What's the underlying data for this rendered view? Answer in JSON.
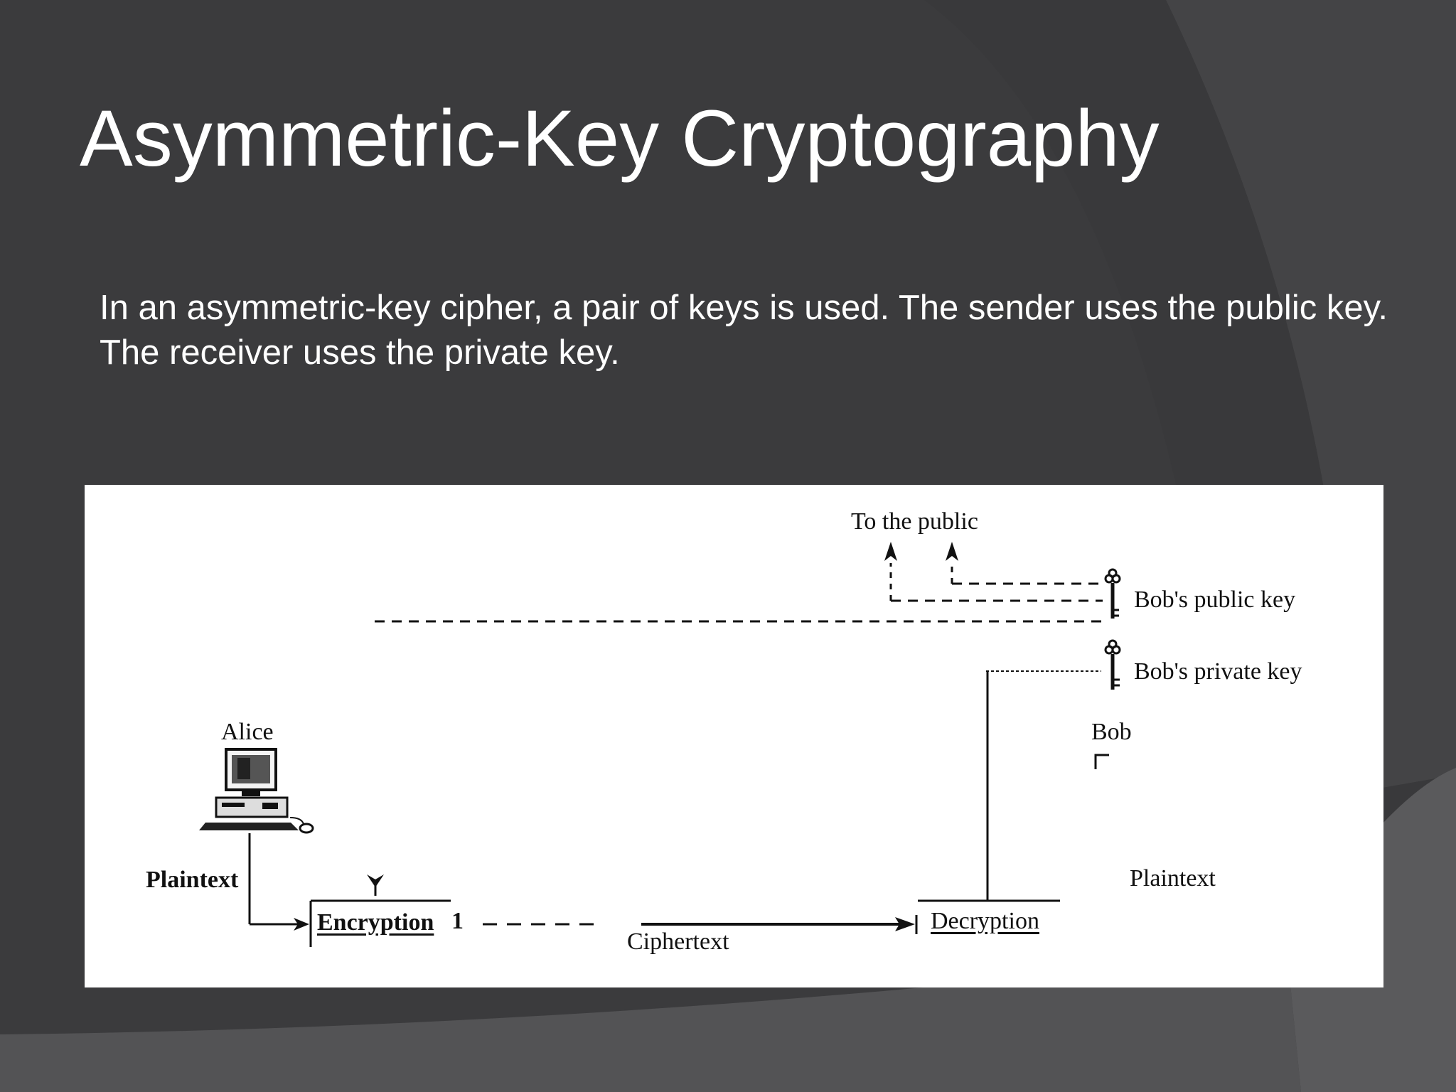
{
  "slide": {
    "title": "Asymmetric-Key Cryptography",
    "body": "In an asymmetric-key cipher, a pair of keys is used. The sender uses the public key. The receiver uses the private key."
  },
  "diagram": {
    "to_public": "To the public",
    "public_key": "Bob's public key",
    "private_key": "Bob's private key",
    "alice": "Alice",
    "bob": "Bob",
    "plaintext_left": "Plaintext",
    "plaintext_right": "Plaintext",
    "encryption": "Encryption",
    "encryption_marker": "1",
    "ciphertext": "Ciphertext",
    "decryption": "Decryption"
  },
  "colors": {
    "background": "#3b3b3d",
    "text": "#ffffff",
    "figure_background": "#ffffff",
    "figure_ink": "#111111"
  }
}
